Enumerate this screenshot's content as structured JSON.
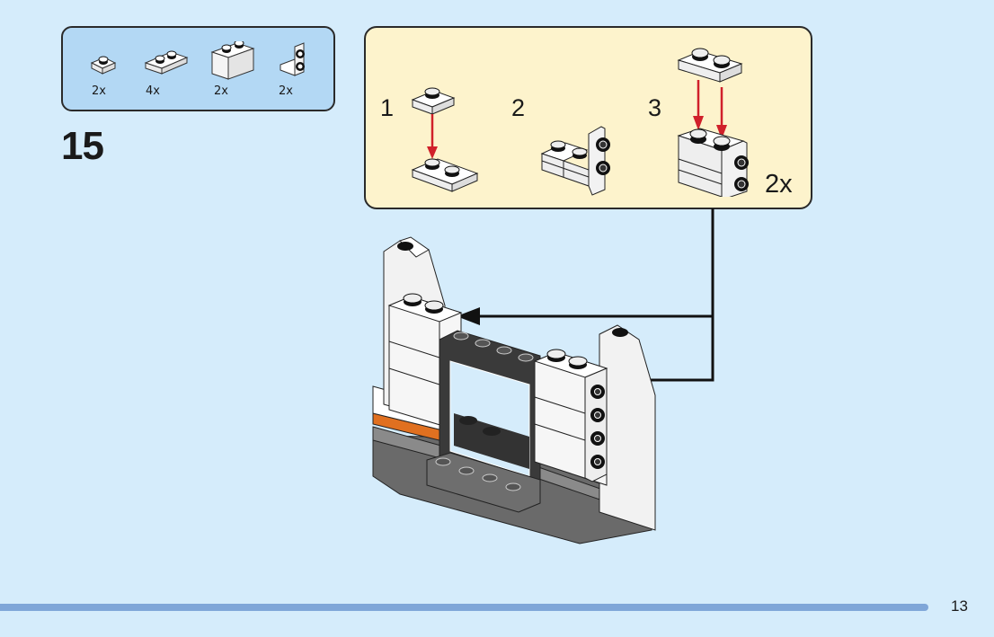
{
  "page": {
    "background_color": "#d5ecfb",
    "page_number": "13"
  },
  "parts_list": {
    "background_color": "#b3d8f4",
    "items": [
      {
        "icon": "plate-1x1-white-icon",
        "quantity": "2x"
      },
      {
        "icon": "plate-1x2-white-icon",
        "quantity": "4x"
      },
      {
        "icon": "brick-1x2-white-icon",
        "quantity": "2x"
      },
      {
        "icon": "bracket-1x2-2x2-white-icon",
        "quantity": "2x"
      }
    ]
  },
  "step": {
    "number": "15"
  },
  "sub_assembly": {
    "background_color": "#fdf3cc",
    "steps": [
      {
        "label": "1"
      },
      {
        "label": "2"
      },
      {
        "label": "3"
      }
    ],
    "multiplier": "2x",
    "arrow_color": "#d0202a"
  },
  "main_model": {
    "description": "wall-with-window-assembly",
    "accent_color": "#e07020"
  }
}
